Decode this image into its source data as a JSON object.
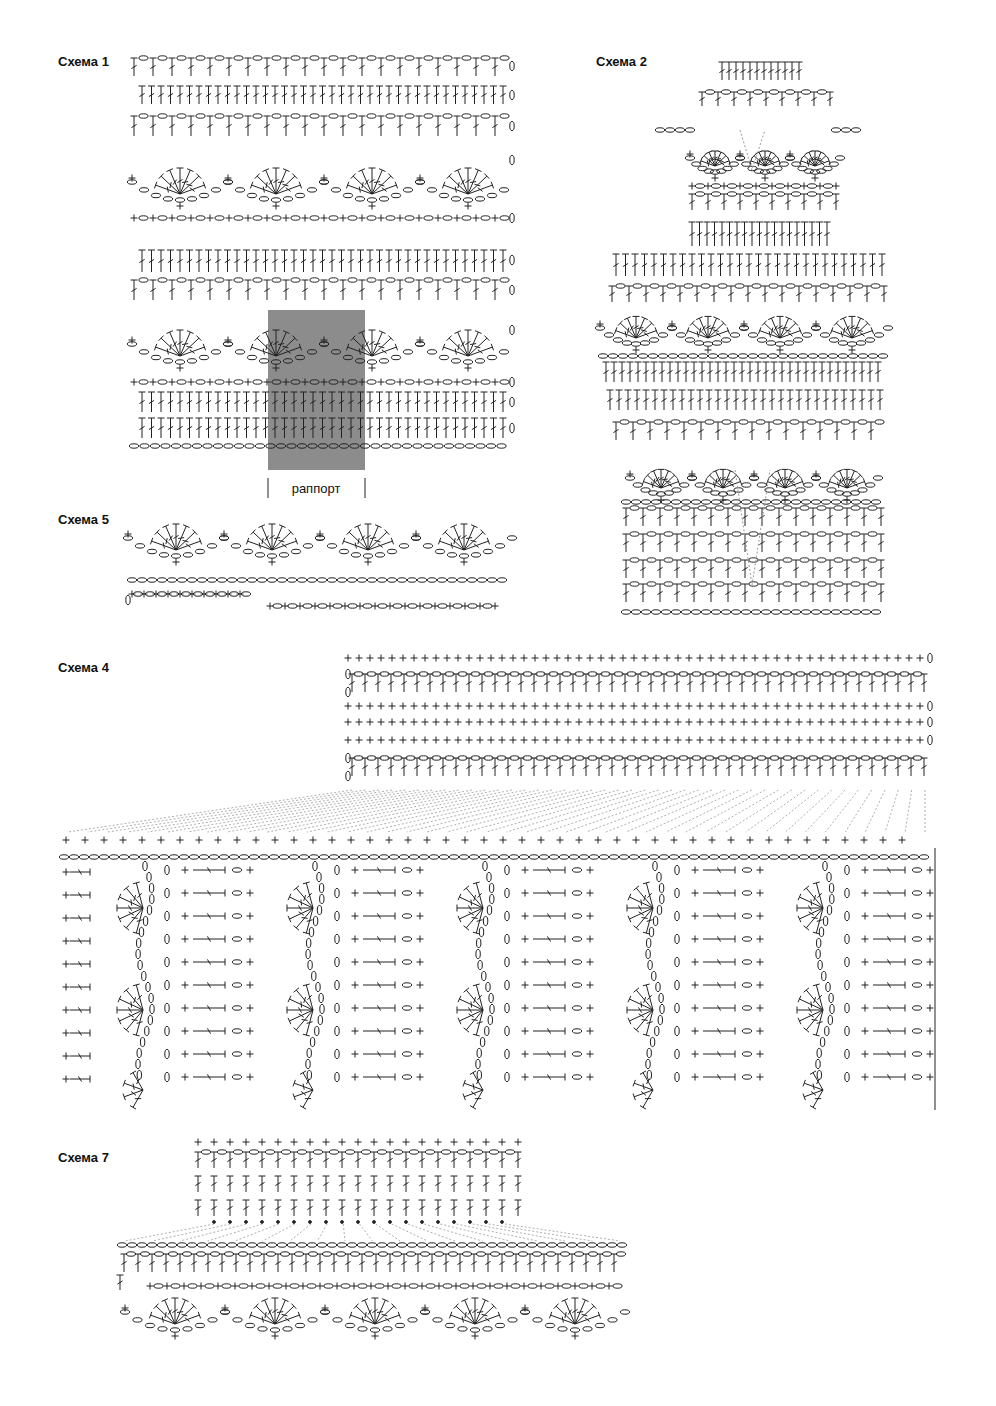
{
  "diagram": {
    "labels": [
      "Схема 1",
      "Схема 2",
      "раппорт",
      "Схема 5",
      "Схема 4",
      "Схема 7"
    ]
  }
}
